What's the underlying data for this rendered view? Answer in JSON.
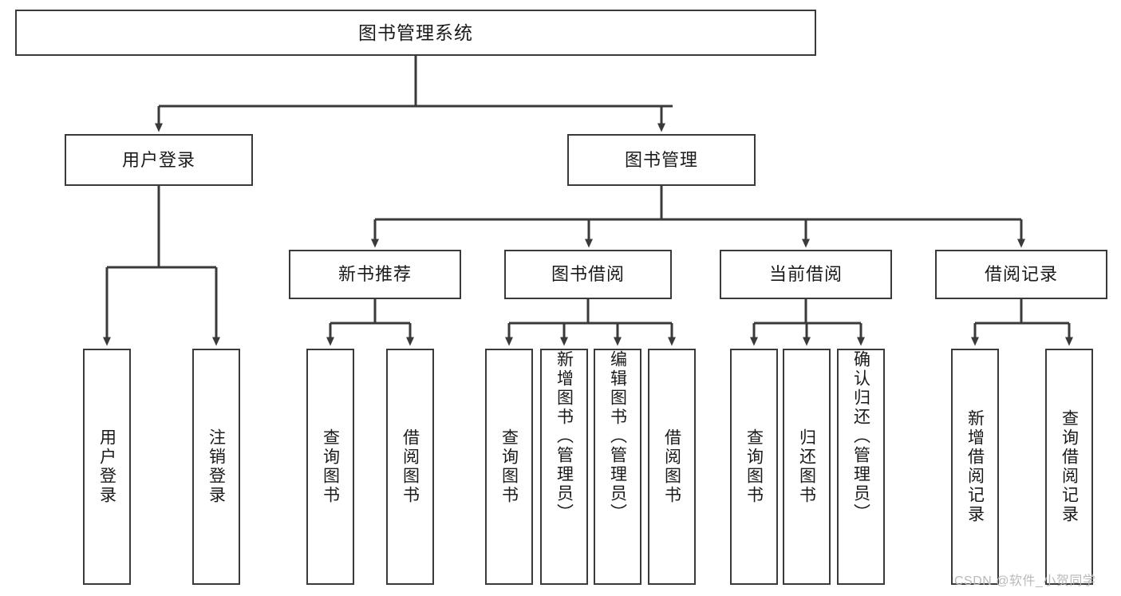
{
  "diagram": {
    "title": "图书管理系统",
    "type": "hierarchy-tree",
    "colors": {
      "box_border": "#3a3a3a",
      "box_fill": "#ffffff",
      "line": "#3a3a3a",
      "text": "#1a1a1a",
      "watermark": "#b9b9b9"
    },
    "root": {
      "label": "图书管理系统"
    },
    "level2": [
      {
        "label": "用户登录"
      },
      {
        "label": "图书管理"
      }
    ],
    "level3": [
      {
        "label": "新书推荐"
      },
      {
        "label": "图书借阅"
      },
      {
        "label": "当前借阅"
      },
      {
        "label": "借阅记录"
      }
    ],
    "leaves": {
      "user_login": [
        {
          "label": "用户登录"
        },
        {
          "label": "注销登录"
        }
      ],
      "new_book_recommend": [
        {
          "label": "查询图书"
        },
        {
          "label": "借阅图书"
        }
      ],
      "book_borrow": [
        {
          "label": "查询图书"
        },
        {
          "label": "新增图书（管理员）"
        },
        {
          "label": "编辑图书（管理员）"
        },
        {
          "label": "借阅图书"
        }
      ],
      "current_borrow": [
        {
          "label": "查询图书"
        },
        {
          "label": "归还图书"
        },
        {
          "label": "确认归还（管理员）"
        }
      ],
      "borrow_record": [
        {
          "label": "新增借阅记录"
        },
        {
          "label": "查询借阅记录"
        }
      ]
    }
  },
  "watermark": {
    "text": "CSDN @软件_小贺同学"
  }
}
